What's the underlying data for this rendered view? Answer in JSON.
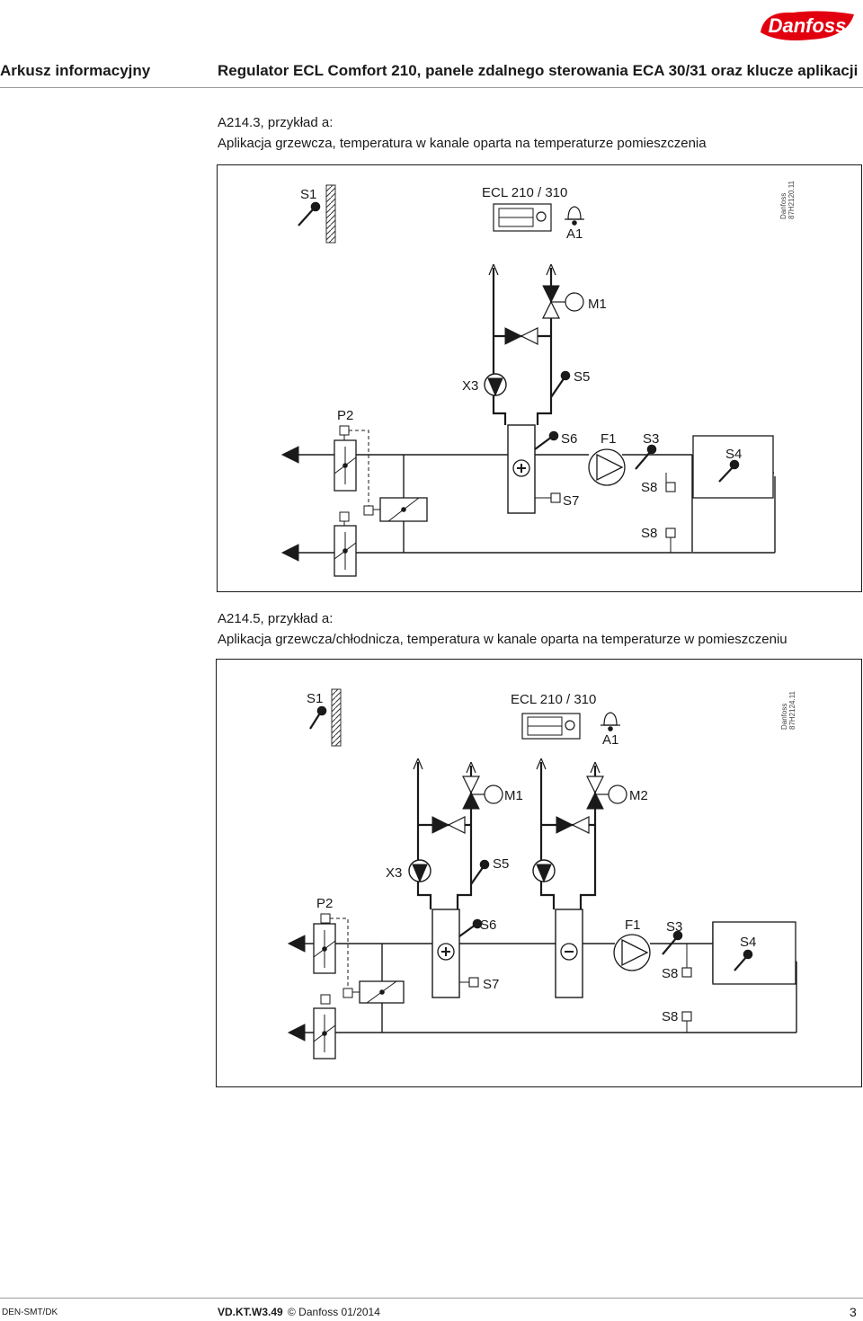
{
  "header": {
    "logo_text": "Danfoss",
    "doc_type": "Arkusz informacyjny",
    "doc_title": "Regulator ECL Comfort 210, panele zdalnego sterowania ECA 30/31 oraz klucze aplikacji"
  },
  "diagram1": {
    "caption_code": "A214.3, przykład a:",
    "caption_text": "Aplikacja grzewcza, temperatura w kanale oparta na temperaturze pomieszczenia",
    "controller_label": "ECL 210 / 310",
    "ref_brand": "Danfoss",
    "ref_code": "87H2120.11",
    "labels": {
      "s1": "S1",
      "a1": "A1",
      "m1": "M1",
      "x3": "X3",
      "s5": "S5",
      "p2": "P2",
      "s6": "S6",
      "f1": "F1",
      "s3": "S3",
      "s4": "S4",
      "s7": "S7",
      "s8a": "S8",
      "s8b": "S8"
    }
  },
  "diagram2": {
    "caption_code": "A214.5, przykład a:",
    "caption_text": "Aplikacja grzewcza/chłodnicza, temperatura w kanale oparta na temperaturze w pomieszczeniu",
    "controller_label": "ECL 210 / 310",
    "ref_brand": "Danfoss",
    "ref_code": "87H2124.11",
    "labels": {
      "s1": "S1",
      "a1": "A1",
      "m1": "M1",
      "m2": "M2",
      "x3": "X3",
      "s5": "S5",
      "p2": "P2",
      "s6": "S6",
      "f1": "F1",
      "s3": "S3",
      "s4": "S4",
      "s7": "S7",
      "s8a": "S8",
      "s8b": "S8"
    }
  },
  "footer": {
    "left": "DEN-SMT/DK",
    "code": "VD.KT.W3.49",
    "copyright": "© Danfoss 01/2014",
    "page": "3"
  }
}
